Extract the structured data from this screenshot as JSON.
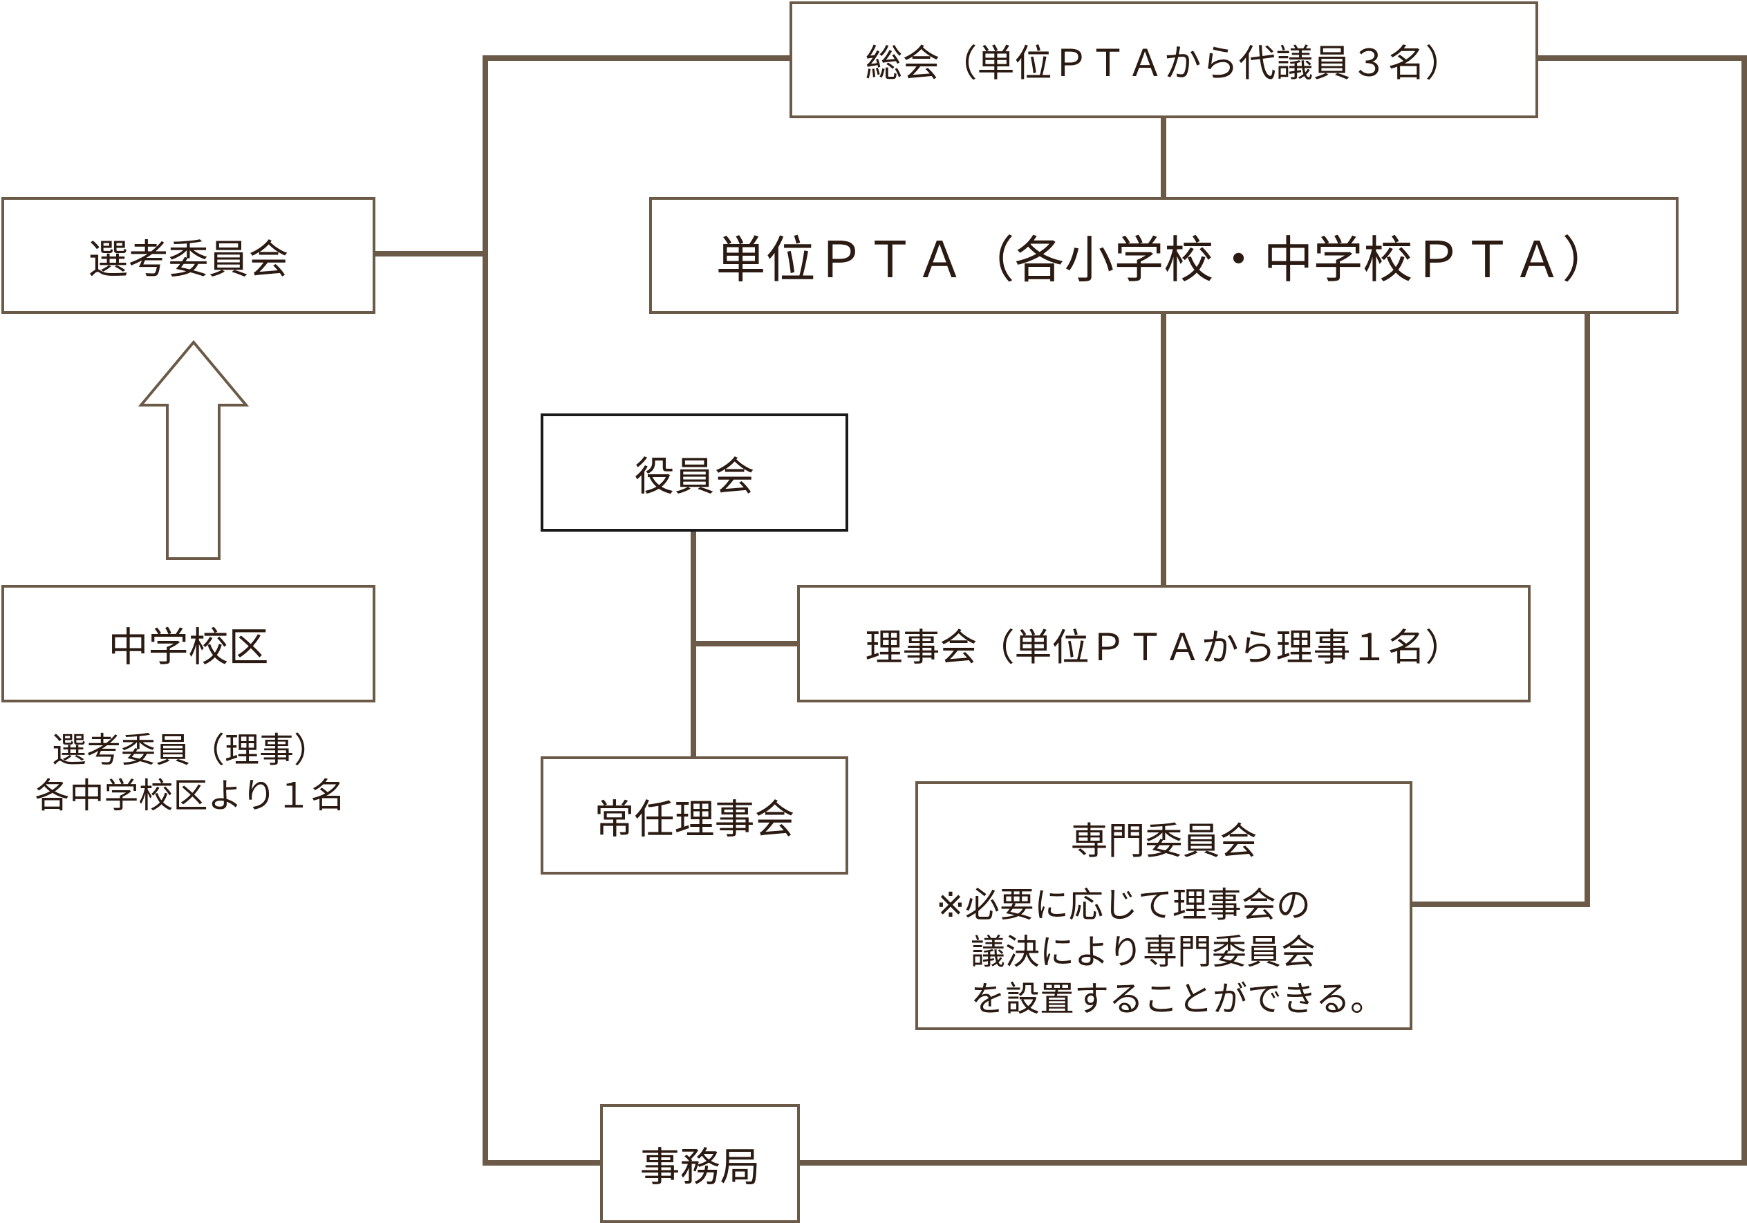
{
  "colors": {
    "line": "#6b5a48",
    "box_border": "#6b5a48",
    "box_border_dark": "#1a1a1a",
    "text": "#2a1a12"
  },
  "boxes": {
    "general_assembly": "総会（単位ＰＴＡから代議員３名）",
    "selection_committee": "選考委員会",
    "unit_pta": "単位ＰＴＡ（各小学校・中学校ＰＴＡ）",
    "officers_meeting": "役員会",
    "junior_high_district": "中学校区",
    "board_of_directors": "理事会（単位ＰＴＡから理事１名）",
    "standing_board": "常任理事会",
    "special_committee": {
      "title": "専門委員会",
      "note": "※必要に応じて理事会の\n　議決により専門委員会\n　を設置することができる。"
    },
    "secretariat": "事務局"
  },
  "captions": {
    "district_note": "選考委員（理事）\n各中学校区より１名"
  }
}
